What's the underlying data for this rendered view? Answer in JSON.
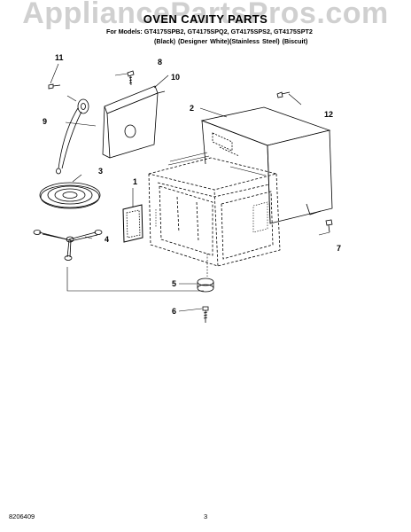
{
  "header": {
    "watermark": "AppliancePartsPros.com",
    "title": "OVEN CAVITY PARTS",
    "models_line": "For Models: GT4175SPB2, GT4175SPQ2, GT4175SPS2, GT4175SPT2",
    "finishes_line": "(Black)   (Designer White)(Stainless Steel)  (Biscuit)"
  },
  "callouts": [
    "1",
    "2",
    "3",
    "4",
    "5",
    "6",
    "7",
    "8",
    "9",
    "10",
    "11",
    "12"
  ],
  "footer": {
    "doc_number": "8206409",
    "page_number": "3"
  }
}
